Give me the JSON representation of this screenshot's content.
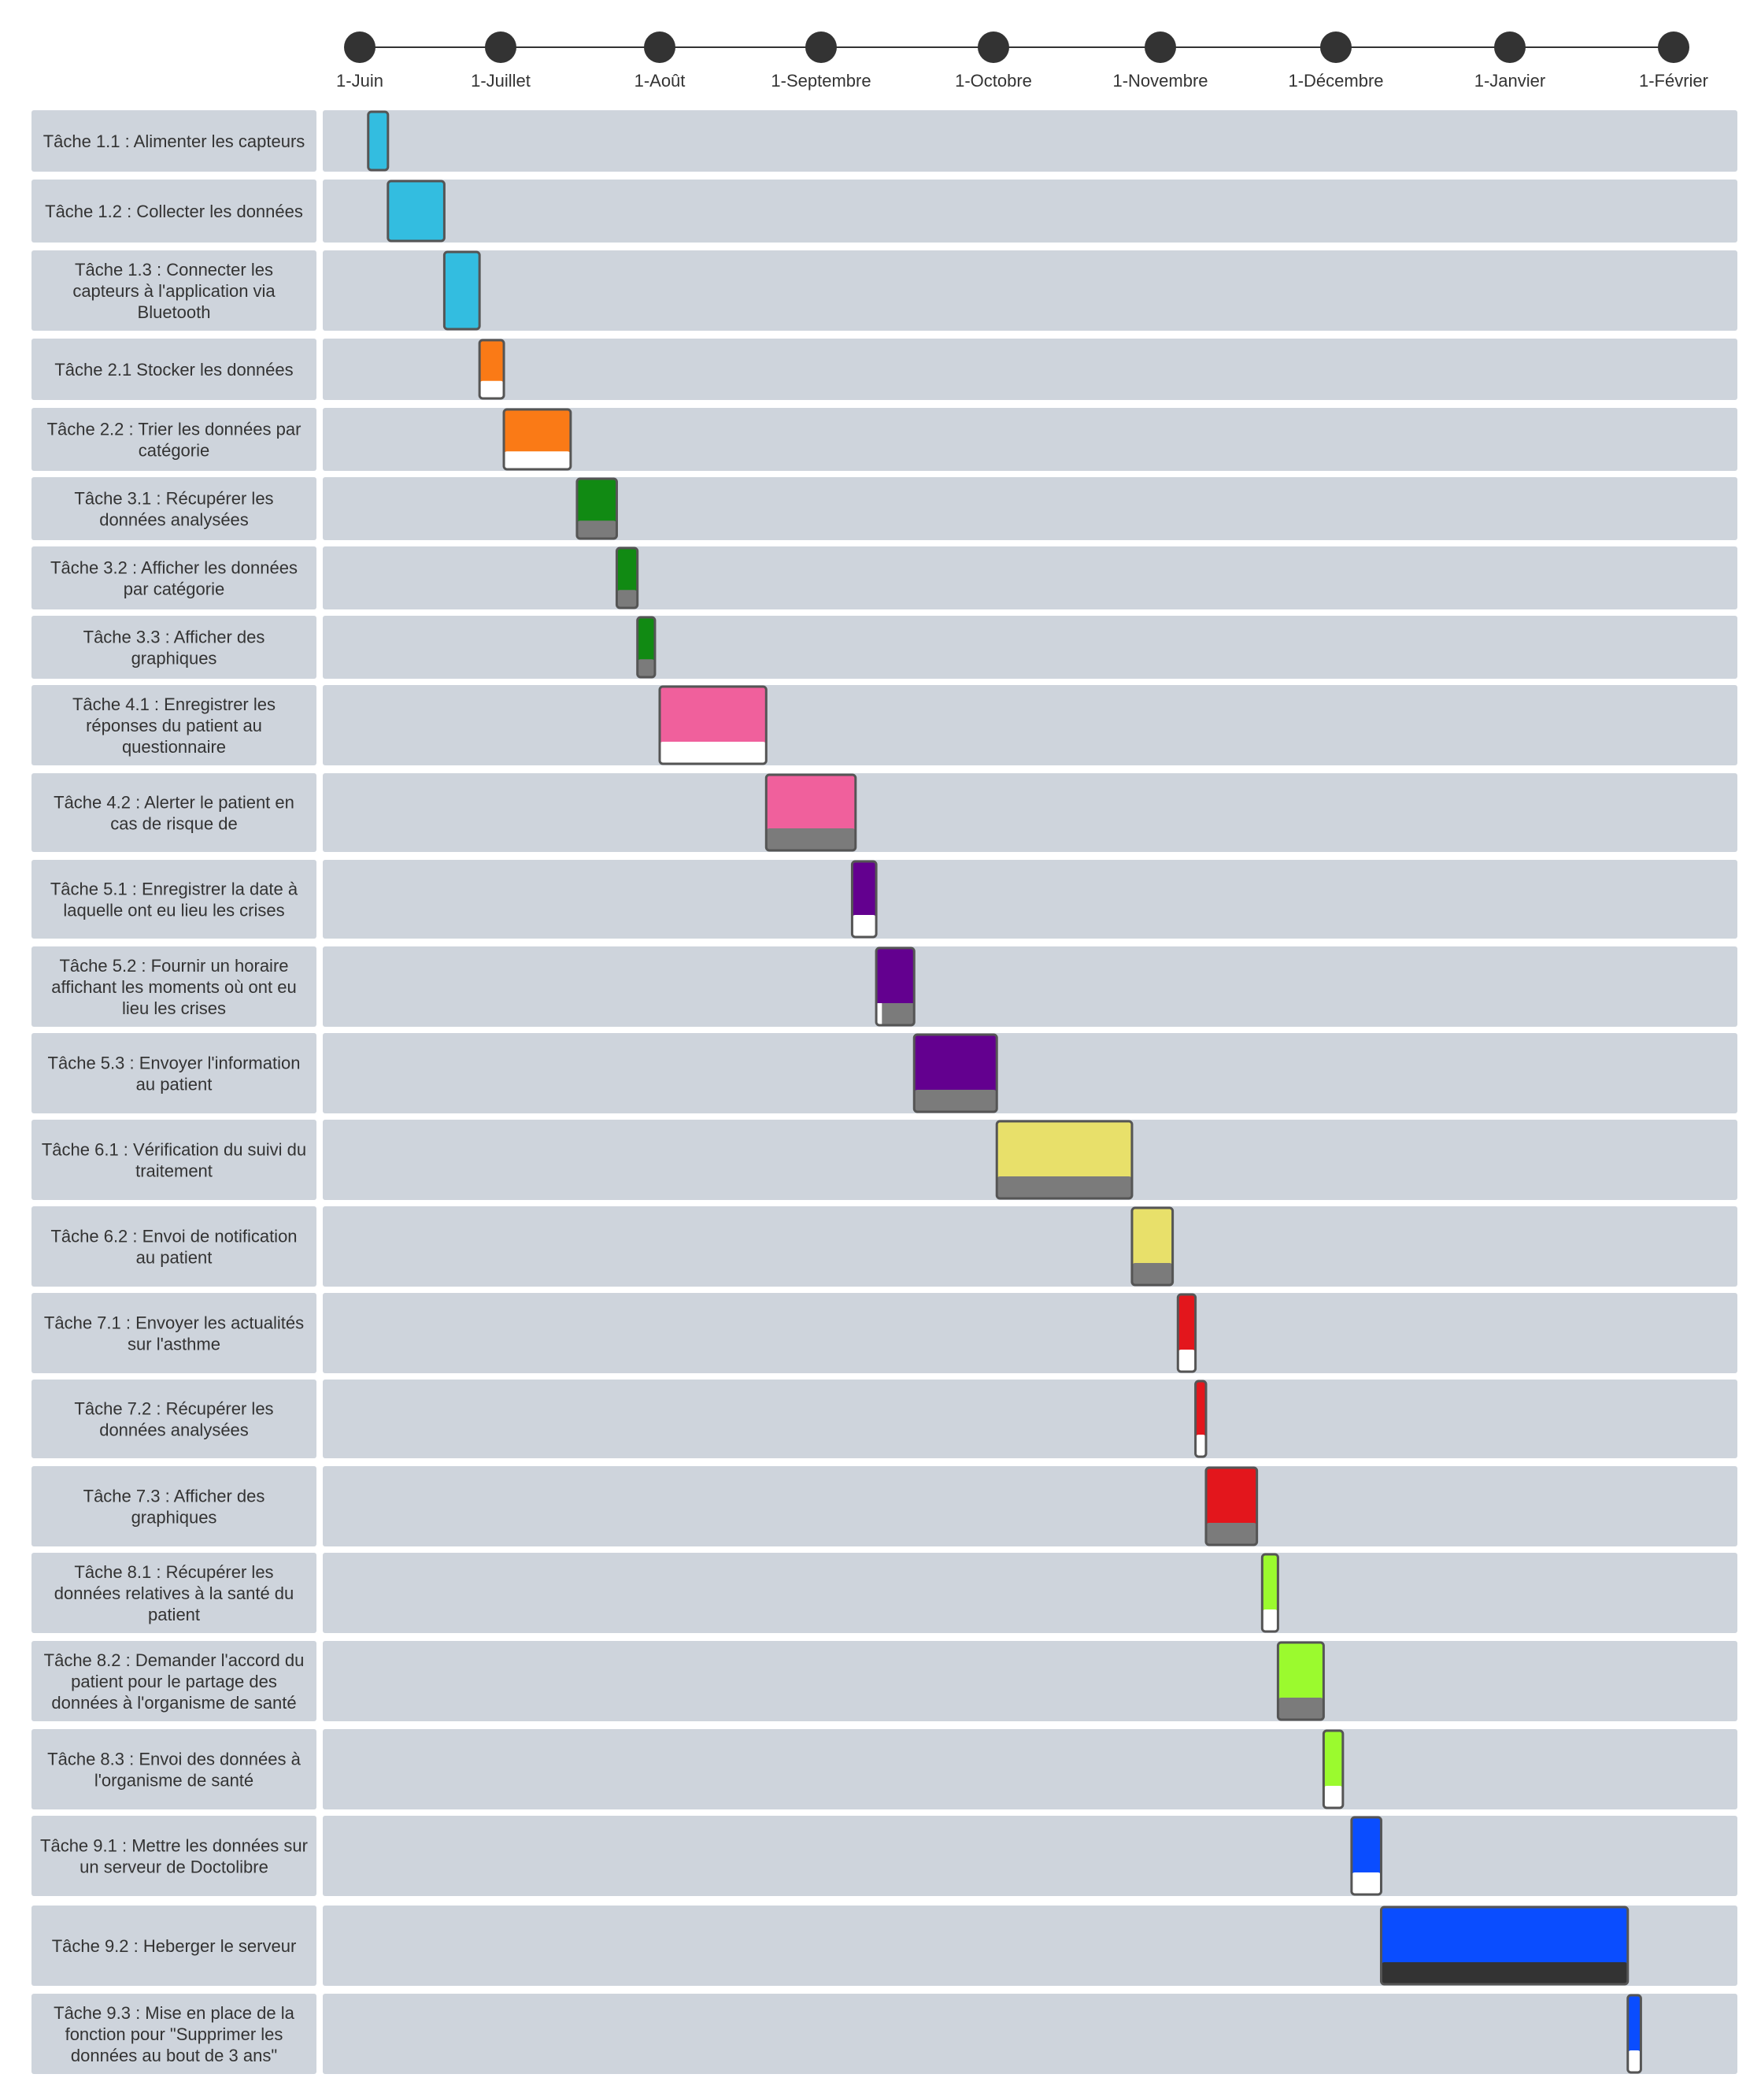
{
  "chart_data": {
    "type": "gantt",
    "timeline": {
      "ticks": [
        "1-Juin",
        "1-Juillet",
        "1-Août",
        "1-Septembre",
        "1-Octobre",
        "1-Novembre",
        "1-Décembre",
        "1-Janvier",
        "1-Février"
      ]
    },
    "tasks": [
      {
        "label": "Tâche 1.1 : Alimenter les capteurs",
        "start": 0.06,
        "end": 0.2,
        "color": "#33bde0",
        "status": "none"
      },
      {
        "label": "Tâche 1.2 : Collecter les données",
        "start": 0.2,
        "end": 0.6,
        "color": "#33bde0",
        "status": "none"
      },
      {
        "label": "Tâche 1.3 : Connecter les capteurs à l'application via Bluetooth",
        "start": 0.6,
        "end": 0.85,
        "color": "#33bde0",
        "status": "none"
      },
      {
        "label": "Tâche 2.1 Stocker les données",
        "start": 0.85,
        "end": 1.02,
        "color": "#fa7a16",
        "status": "white"
      },
      {
        "label": "Tâche 2.2 : Trier les données par catégorie",
        "start": 1.02,
        "end": 1.44,
        "color": "#fa7a16",
        "status": "white"
      },
      {
        "label": "Tâche 3.1 : Récupérer les données analysées",
        "start": 1.48,
        "end": 1.73,
        "color": "#118a13",
        "status": "grey"
      },
      {
        "label": "Tâche 3.2 : Afficher les données par catégorie",
        "start": 1.73,
        "end": 1.86,
        "color": "#118a13",
        "status": "grey"
      },
      {
        "label": "Tâche 3.3 : Afficher des graphiques",
        "start": 1.86,
        "end": 1.97,
        "color": "#118a13",
        "status": "grey"
      },
      {
        "label": "Tâche 4.1 : Enregistrer les réponses du patient au questionnaire",
        "start": 2.0,
        "end": 2.66,
        "color": "#f0609c",
        "status": "white"
      },
      {
        "label": "Tâche 4.2 : Alerter le patient en cas de risque de",
        "start": 2.66,
        "end": 3.2,
        "color": "#f0609c",
        "status": "grey"
      },
      {
        "label": "Tâche 5.1 : Enregistrer la date à laquelle ont eu lieu les crises",
        "start": 3.18,
        "end": 3.32,
        "color": "#63008f",
        "status": "white"
      },
      {
        "label": "Tâche 5.2 : Fournir un horaire affichant les moments où ont eu lieu les crises",
        "start": 3.32,
        "end": 3.54,
        "color": "#63008f",
        "status": "mixed"
      },
      {
        "label": "Tâche 5.3 : Envoyer l'information au patient",
        "start": 3.54,
        "end": 4.02,
        "color": "#63008f",
        "status": "grey"
      },
      {
        "label": "Tâche 6.1 : Vérification du suivi du traitement",
        "start": 4.02,
        "end": 4.83,
        "color": "#e8e06a",
        "status": "grey"
      },
      {
        "label": "Tâche 6.2 : Envoi de notification au patient",
        "start": 4.83,
        "end": 5.07,
        "color": "#e8e06a",
        "status": "grey"
      },
      {
        "label": "Tâche 7.1 : Envoyer les actualités sur l'asthme",
        "start": 5.1,
        "end": 5.2,
        "color": "#e3161c",
        "status": "white"
      },
      {
        "label": "Tâche 7.2 : Récupérer les données analysées",
        "start": 5.2,
        "end": 5.26,
        "color": "#e3161c",
        "status": "white"
      },
      {
        "label": "Tâche 7.3 : Afficher des graphiques",
        "start": 5.26,
        "end": 5.55,
        "color": "#e3161c",
        "status": "grey"
      },
      {
        "label": "Tâche 8.1 : Récupérer les données relatives à la santé du patient",
        "start": 5.58,
        "end": 5.67,
        "color": "#9bfa2e",
        "status": "white"
      },
      {
        "label": "Tâche 8.2 : Demander l'accord du patient pour le partage des données à l'organisme de santé",
        "start": 5.67,
        "end": 5.93,
        "color": "#9bfa2e",
        "status": "grey"
      },
      {
        "label": "Tâche 8.3 : Envoi des données à l'organisme de santé",
        "start": 5.93,
        "end": 6.04,
        "color": "#9bfa2e",
        "status": "white"
      },
      {
        "label": "Tâche 9.1 : Mettre les données sur un serveur de Doctolibre",
        "start": 6.09,
        "end": 6.26,
        "color": "#0a4dff",
        "status": "white"
      },
      {
        "label": "Tâche 9.2 : Heberger le serveur",
        "start": 6.26,
        "end": 7.72,
        "color": "#0a4dff",
        "status": "dark"
      },
      {
        "label": "Tâche 9.3 : Mise en place de la fonction pour \"Supprimer les données au bout de 3 ans\"",
        "start": 7.72,
        "end": 7.8,
        "color": "#0a4dff",
        "status": "white"
      }
    ]
  }
}
